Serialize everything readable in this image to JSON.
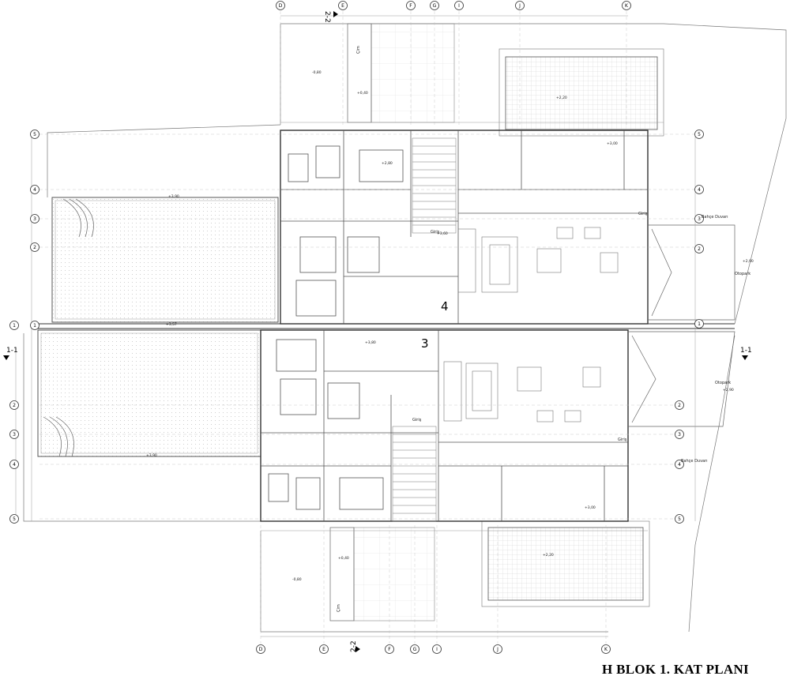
{
  "title": "H BLOK 1. KAT PLANI",
  "grid_columns": [
    "D",
    "E",
    "F",
    "G",
    "I",
    "J",
    "K"
  ],
  "grid_rows": [
    "5",
    "4",
    "3",
    "2",
    "1"
  ],
  "section_marks": {
    "horizontal": "1-1",
    "vertical": "2-2"
  },
  "unit_numbers": [
    "4",
    "3"
  ],
  "rooms": {
    "otopark": "Otopark",
    "bahce_duvari": "Bahçe Duvarı",
    "giris": "Giriş",
    "cim": "Çim"
  },
  "levels": [
    "-0,80",
    "+0,40",
    "+3,00",
    "+2,90",
    "+2,80",
    "+3,60",
    "+3,90",
    "+3,57",
    "+3,80",
    "+2,20"
  ],
  "colors": {
    "line": "#4a4a4a",
    "light": "#b8b8b8",
    "hatch": "#d6d6d6",
    "ink": "#000000"
  }
}
